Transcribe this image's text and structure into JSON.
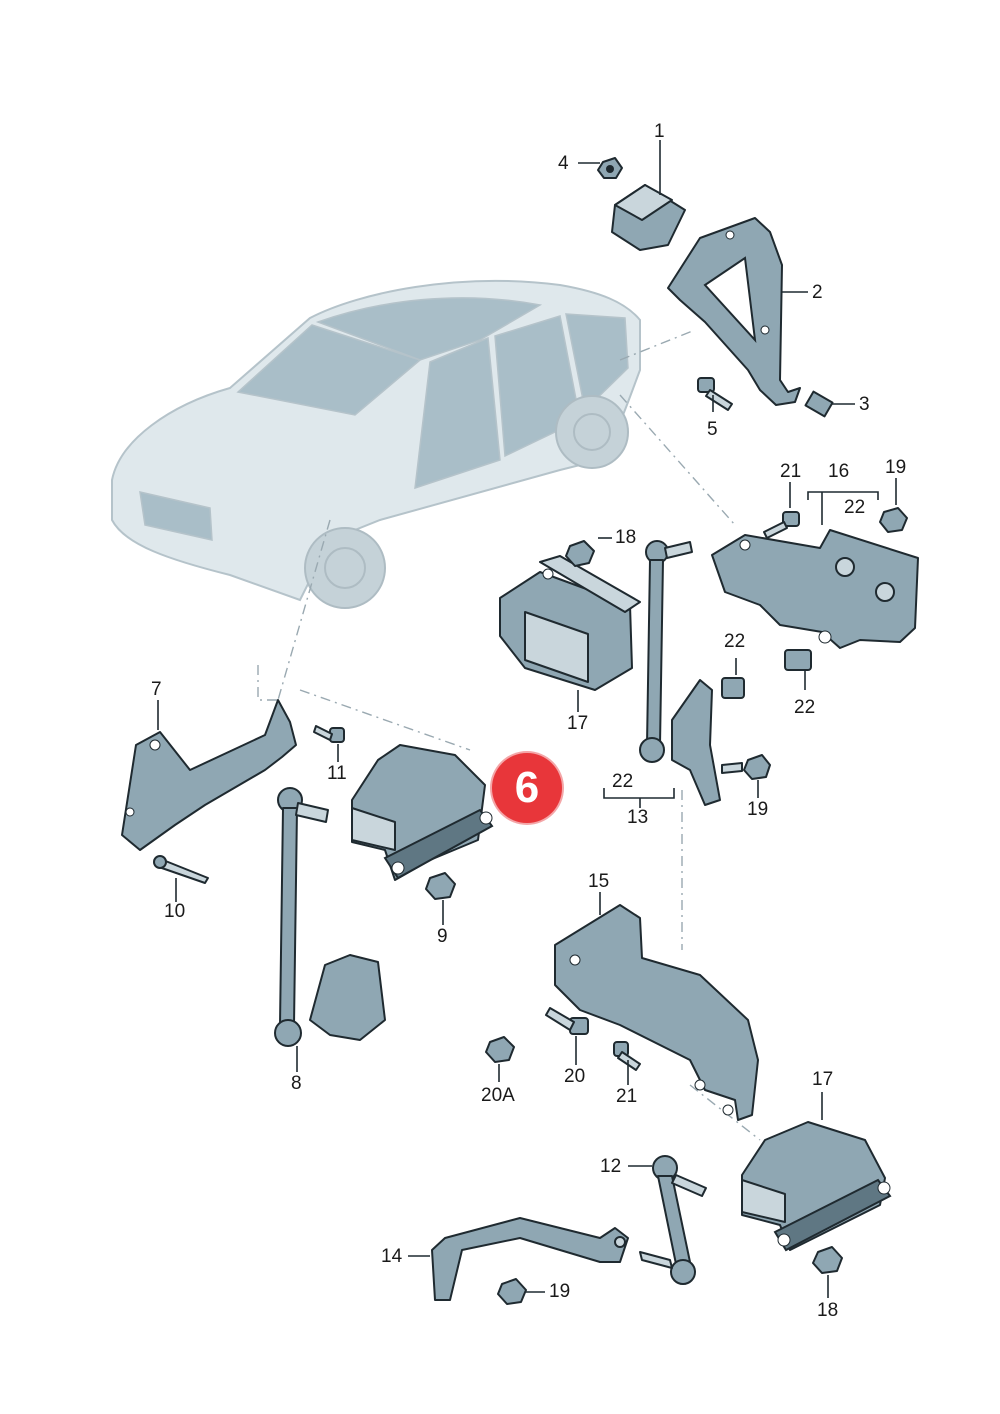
{
  "highlight": {
    "label": "6",
    "color": "#e8363a"
  },
  "colors": {
    "part": "#8fa7b3",
    "outline": "#1f2a30",
    "car": "#dfe8ec"
  },
  "callouts": {
    "c1": "1",
    "c2": "2",
    "c3": "3",
    "c4": "4",
    "c5": "5",
    "c7": "7",
    "c8": "8",
    "c9": "9",
    "c10": "10",
    "c11": "11",
    "c12": "12",
    "c13": "13",
    "c14": "14",
    "c15": "15",
    "c16": "16",
    "c17a": "17",
    "c17b": "17",
    "c18a": "18",
    "c18b": "18",
    "c19a": "19",
    "c19b": "19",
    "c19c": "19",
    "c20": "20",
    "c20a": "20A",
    "c21a": "21",
    "c21b": "21",
    "c22a": "22",
    "c22b": "22",
    "c22c": "22",
    "c22d": "22"
  }
}
